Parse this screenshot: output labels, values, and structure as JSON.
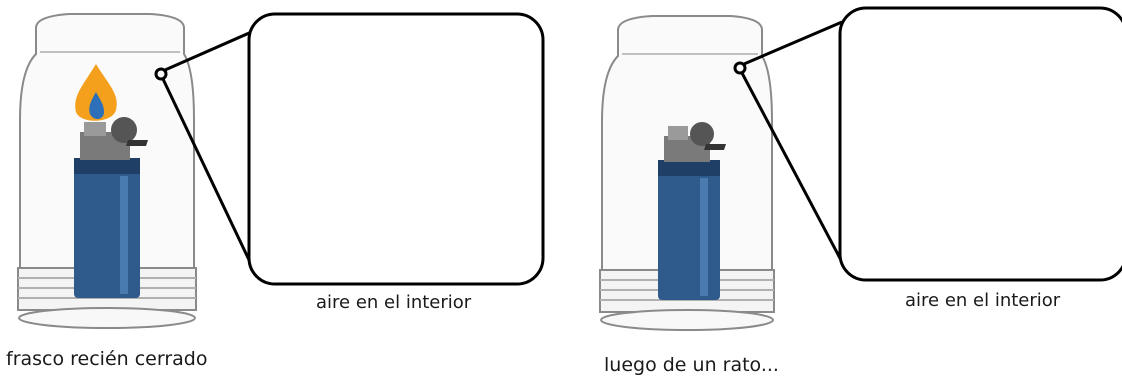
{
  "panels": [
    {
      "caption": "frasco recién cerrado",
      "zoom_label": "aire en el interior",
      "flame": true
    },
    {
      "caption": "luego de un rato...",
      "zoom_label": "aire en el interior",
      "flame": false
    }
  ],
  "colors": {
    "lighter_body": "#2f5b8c",
    "lighter_shadow": "#1f3f66",
    "lighter_cap": "#7a7a7a",
    "flame_outer": "#f4a01c",
    "flame_inner": "#2d6fb8",
    "outline": "#000000",
    "jar_outline": "#8a8a8a"
  }
}
